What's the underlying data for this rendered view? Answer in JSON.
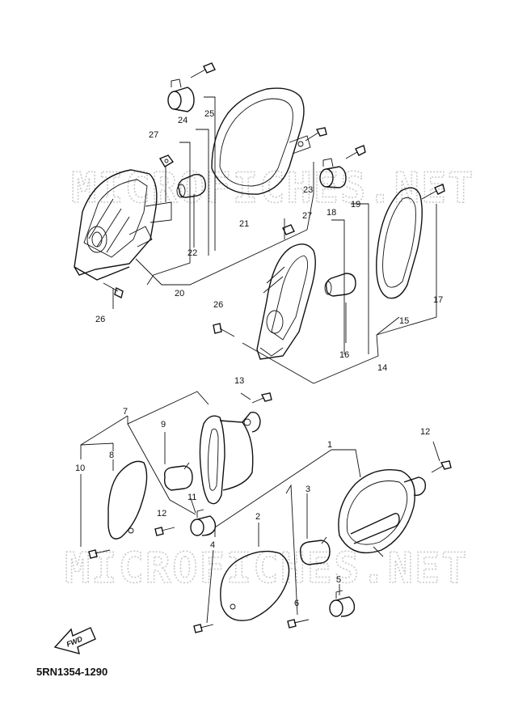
{
  "diagram_code": "5RN1354-1290",
  "watermark": "MICROFICHES.NET",
  "fwd_label": "FWD",
  "callouts": {
    "c1": "1",
    "c2": "2",
    "c3": "3",
    "c4": "4",
    "c5": "5",
    "c6": "6",
    "c7": "7",
    "c8": "8",
    "c9": "9",
    "c10": "10",
    "c11": "11",
    "c12a": "12",
    "c12b": "12",
    "c13": "13",
    "c14": "14",
    "c15": "15",
    "c16": "16",
    "c17": "17",
    "c18": "18",
    "c19": "19",
    "c20": "20",
    "c21": "21",
    "c22": "22",
    "c23": "23",
    "c24": "24",
    "c25": "25",
    "c26a": "26",
    "c26b": "26",
    "c27a": "27",
    "c27b": "27"
  }
}
